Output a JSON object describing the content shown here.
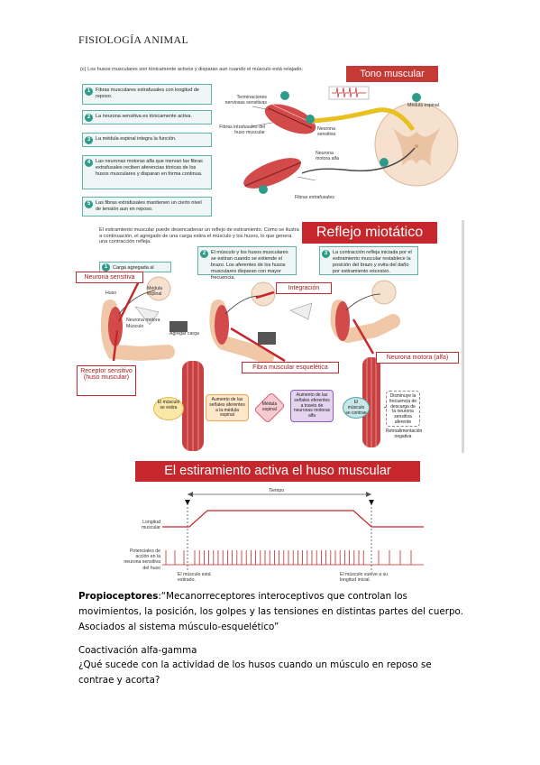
{
  "header": {
    "title": "FISIOLOGÍA ANIMAL"
  },
  "figure_top": {
    "caption": "(c) Los husos musculares son tónicamente activos y disparan aun cuando el músculo está relajado.",
    "banner": "Tono muscular",
    "steps": [
      {
        "n": "1",
        "text": "Fibras musculares extrafusales con longitud de reposo."
      },
      {
        "n": "2",
        "text": "La neurona sensitiva es tónicamente activa."
      },
      {
        "n": "3",
        "text": "La médula espinal integra la función."
      },
      {
        "n": "4",
        "text": "Las neuronas motoras alfa que inervan las fibras extrafusales reciben aferencias tónicas de los husos musculares y disparan en forma continua."
      },
      {
        "n": "5",
        "text": "Las fibras extrafusales mantienen un cierto nivel de tensión aun en reposo."
      }
    ],
    "labels": {
      "terminaciones": "Terminaciones nerviosas sensitivas",
      "intrafusales": "Fibras intrafusales del huso muscular",
      "neurona_sensitiva": "Neurona sensitiva",
      "medula": "Médula espinal",
      "neurona_motora": "Neurona motora alfa",
      "extrafusales": "Fibras extrafusales"
    }
  },
  "figure_mid": {
    "banner": "Reflejo miotático",
    "intro": "El estiramiento muscular puede desencadenar un reflejo de estiramiento. Como se ilustra a continuación, el agregado de una carga estira el músculo y los husos, lo que genera una contracción refleja.",
    "steps": [
      {
        "n": "1",
        "text": "Carga agregada al músculo."
      },
      {
        "n": "2",
        "text": "El músculo y los husos musculares se estiran cuando se extiende el brazo. Los aferentes de los husos musculares disparan con mayor frecuencia."
      },
      {
        "n": "3",
        "text": "La contracción refleja iniciada por el estiramiento muscular restablece la posición del brazo y evita del daño por estiramiento excesivo."
      }
    ],
    "callouts": {
      "neurona_sensitiva": "Neurona sensitiva",
      "integracion": "Integración",
      "receptor": "Receptor sensitivo (huso muscular)",
      "fibra": "Fibra muscular esquelética",
      "motora": "Neurona motora (alfa)"
    },
    "small_labels": {
      "huso": "Huso",
      "medula": "Médula espinal",
      "neurona_motora": "Neurona motora",
      "musculo": "Músculo",
      "agregar": "Agregar carga"
    },
    "flow": [
      "El músculo se estira",
      "Aumento de las señales aferentes a la médula espinal",
      "Médula espinal",
      "Aumento de las señales eferentes a través de neuronas motoras alfa",
      "El músculo se contrae",
      "Disminuye la frecuencia de descarga de la neurona sensitiva aferente",
      "Retroalimentación negativa"
    ]
  },
  "figure_bottom": {
    "banner": "El estiramiento activa el huso muscular",
    "time_label": "Tiempo",
    "length_label": "Longitud muscular",
    "ap_label": "Potenciales de acción en la neurona sensitiva del huso",
    "start_label": "El músculo está estirado.",
    "end_label": "El músculo vuelve a su longitud inicial."
  },
  "text": {
    "def_term": "Propioceptores",
    "def_body": ":“Mecanorreceptores interoceptivos que controlan los movimientos, la posición, los golpes y las tensiones en distintas partes del cuerpo. Asociados al sistema músculo-esquelético”",
    "coact_title": "Coactivación alfa-gamma",
    "question": "¿Qué sucede con la actividad de los husos cuando un músculo en reposo se contrae y acorta?"
  },
  "colors": {
    "banner_red": "#c6272c",
    "teal": "#2e9a8a"
  }
}
